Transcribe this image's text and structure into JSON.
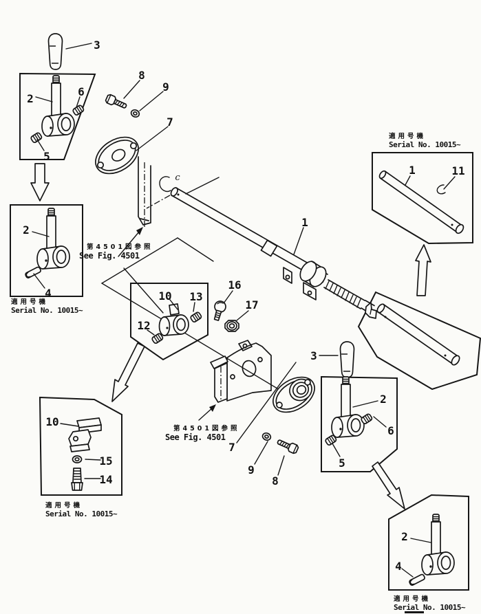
{
  "meta": {
    "figure_type": "exploded-parts-diagram",
    "subject": "control rod and lever linkage"
  },
  "colors": {
    "ink": "#161616",
    "paper": "#fbfbf8"
  },
  "notes": {
    "see_fig_jp": "第4501図参照",
    "see_fig_en": "See Fig. 4501",
    "serial_jp": "適用号機",
    "serial_en": "Serial No. 10015~",
    "clip_mark": "c"
  },
  "labels": [
    {
      "id": "knob-top",
      "n": "3"
    },
    {
      "id": "lever-top",
      "n": "2"
    },
    {
      "id": "springpin-top-6",
      "n": "6"
    },
    {
      "id": "springpin-top-5",
      "n": "5"
    },
    {
      "id": "bolt-top",
      "n": "8"
    },
    {
      "id": "washer-top",
      "n": "9"
    },
    {
      "id": "flange-top",
      "n": "7"
    },
    {
      "id": "lever-left",
      "n": "2"
    },
    {
      "id": "pin-left",
      "n": "4"
    },
    {
      "id": "rod-inset",
      "n": "1"
    },
    {
      "id": "clip-inset",
      "n": "11"
    },
    {
      "id": "rod-main",
      "n": "1"
    },
    {
      "id": "boss-mid",
      "n": "10"
    },
    {
      "id": "springpin-mid-13",
      "n": "13"
    },
    {
      "id": "springpin-mid-12",
      "n": "12"
    },
    {
      "id": "bolt-mid-16",
      "n": "16"
    },
    {
      "id": "nut-mid-17",
      "n": "17"
    },
    {
      "id": "knob-low",
      "n": "3"
    },
    {
      "id": "lever-right",
      "n": "2"
    },
    {
      "id": "springpin-right-6",
      "n": "6"
    },
    {
      "id": "springpin-right-5",
      "n": "5"
    },
    {
      "id": "flange-low",
      "n": "7"
    },
    {
      "id": "washer-low",
      "n": "9"
    },
    {
      "id": "bolt-low",
      "n": "8"
    },
    {
      "id": "clamp-bl",
      "n": "10"
    },
    {
      "id": "washer-bl-15",
      "n": "15"
    },
    {
      "id": "bolt-bl-14",
      "n": "14"
    },
    {
      "id": "lever-br",
      "n": "2"
    },
    {
      "id": "pin-br",
      "n": "4"
    },
    {
      "id": "clip-mark",
      "n": "c"
    }
  ]
}
